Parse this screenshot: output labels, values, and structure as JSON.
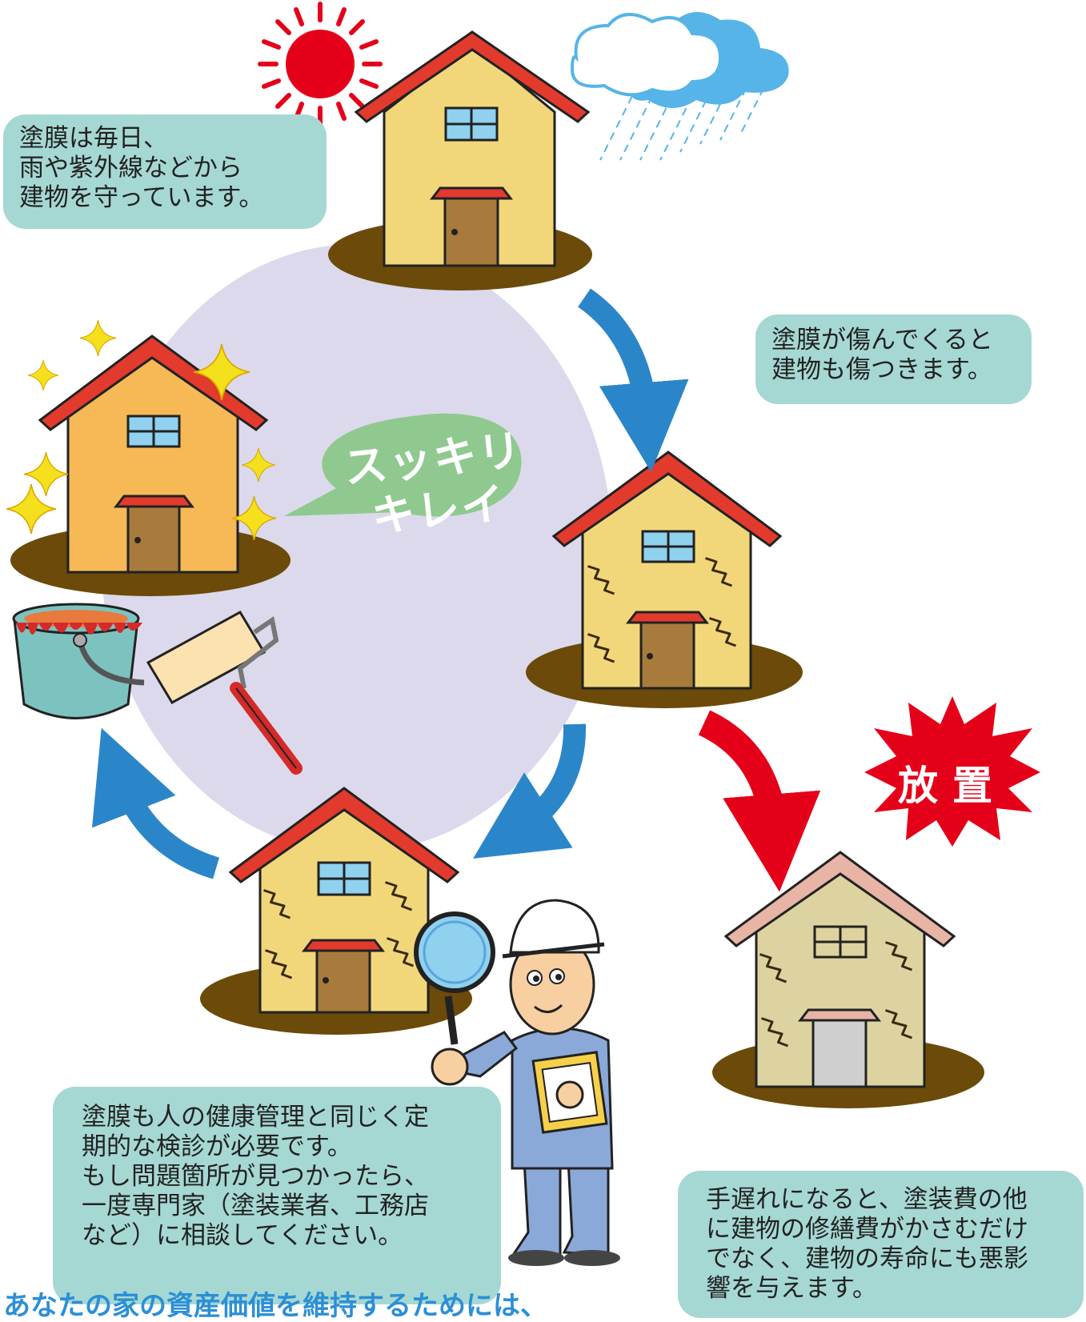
{
  "notes": {
    "protect": "塗膜は毎日、\n雨や紫外線などから\n建物を守っています。",
    "damage": "塗膜が傷んでくると\n建物も傷つきます。",
    "inspect": "塗膜も人の健康管理と同じく定\n期的な検診が必要です。\nもし問題箇所が見つかったら、\n一度専門家（塗装業者、工務店\nなど）に相談してください。",
    "late": "手遅れになると、塗装費の他\nに建物の修繕費がかさむだけ\nでなく、建物の寿命にも悪影\n響を与えます。"
  },
  "bubbles": {
    "clean": "スッキリ\nキレイ",
    "neglect": "放置"
  },
  "caption": "あなたの家の資産価値を維持するためには、",
  "colors": {
    "note_bg": "#a6d8d3",
    "cycle_bg": "#dcd9ec",
    "arrow_blue": "#2b86c9",
    "arrow_red": "#e5001a",
    "roof_red": "#e23b2d",
    "wall_yellow": "#f2d77a",
    "wall_orange": "#f6b956",
    "ground_brown": "#6b4a0a",
    "caption_blue": "#2b8fd6"
  }
}
